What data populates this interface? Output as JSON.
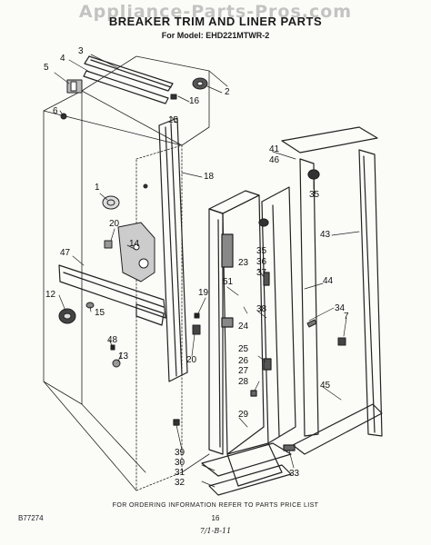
{
  "watermark": "Appliance-Parts-Pros.com",
  "title": "BREAKER TRIM AND LINER PARTS",
  "model_line": "For Model: EHD221MTWR-2",
  "callouts": [
    "1",
    "2",
    "3",
    "4",
    "5",
    "6",
    "7",
    "12",
    "13",
    "14",
    "15",
    "15",
    "16",
    "18",
    "19",
    "20",
    "20",
    "23",
    "24",
    "25",
    "26",
    "27",
    "28",
    "29",
    "30",
    "31",
    "32",
    "33",
    "34",
    "35",
    "35",
    "36",
    "37",
    "38",
    "39",
    "41",
    "43",
    "44",
    "45",
    "46",
    "47",
    "48",
    "51"
  ],
  "footer_note": "FOR ORDERING INFORMATION REFER TO PARTS PRICE LIST",
  "page_number": "16",
  "doc_code": "B77274",
  "handwritten_code": "7/1-B-11"
}
